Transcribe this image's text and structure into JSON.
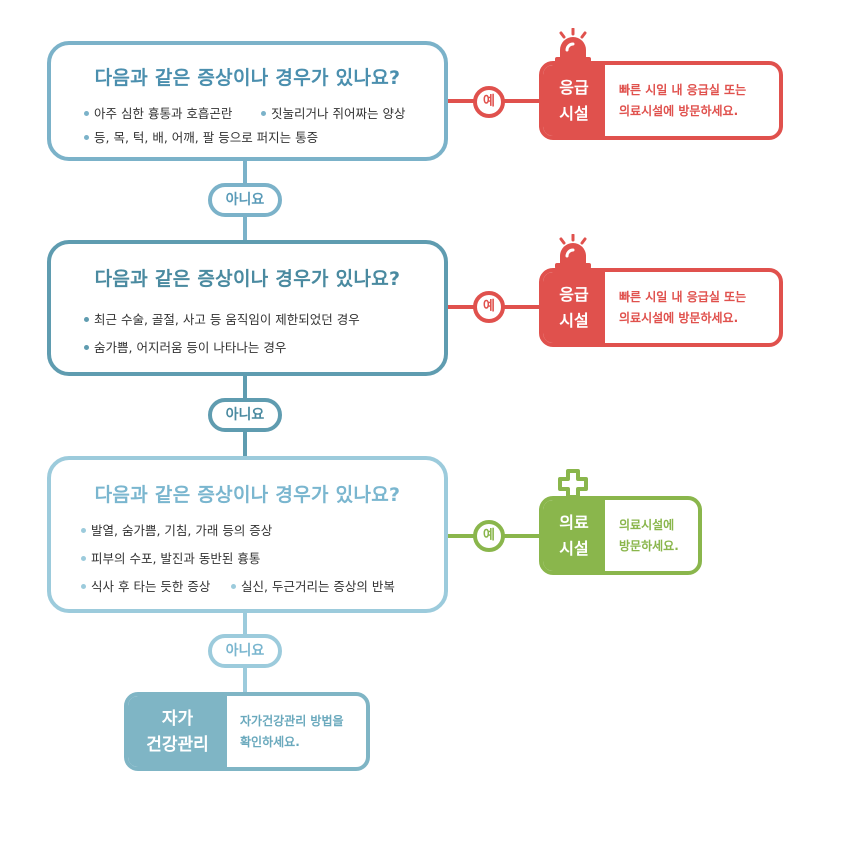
{
  "colors": {
    "q1": "#7bb2c9",
    "q2": "#5f9cb0",
    "q3": "#9ccbdc",
    "emergency": "#e0514d",
    "medical": "#8ab64c",
    "self": "#7fb5c5",
    "title1": "#4b8fae",
    "title2": "#4a8aa0",
    "title3": "#7ab6cf"
  },
  "questions": [
    {
      "title": "다음과 같은 증상이나 경우가 있나요?",
      "bullets": [
        "아주 심한 흉통과 호흡곤란",
        "짓눌리거나 쥐어짜는 양상",
        "등, 목, 턱, 배, 어깨, 팔 등으로 퍼지는 통증"
      ]
    },
    {
      "title": "다음과 같은 증상이나 경우가 있나요?",
      "bullets": [
        "최근 수술, 골절, 사고 등 움직임이 제한되었던 경우",
        "숨가쁨, 어지러움 등이 나타나는 경우"
      ]
    },
    {
      "title": "다음과 같은 증상이나 경우가 있나요?",
      "bullets": [
        "발열, 숨가쁨, 기침, 가래 등의 증상",
        "피부의 수포, 발진과 동반된 흉통",
        "식사 후 타는 듯한 증상",
        "실신, 두근거리는 증상의 반복"
      ]
    }
  ],
  "no_label": "아니요",
  "yes_label": "예",
  "results": {
    "emergency": {
      "label_line1": "응급",
      "label_line2": "시설",
      "text_line1": "빠른 시일 내 응급실 또는",
      "text_line2": "의료시설에 방문하세요.",
      "icon": "siren-icon"
    },
    "medical": {
      "label_line1": "의료",
      "label_line2": "시설",
      "text_line1": "의료시설에",
      "text_line2": "방문하세요.",
      "icon": "medical-cross-icon"
    },
    "self": {
      "label_line1": "자가",
      "label_line2": "건강관리",
      "text_line1": "자가건강관리 방법을",
      "text_line2": "확인하세요."
    }
  }
}
